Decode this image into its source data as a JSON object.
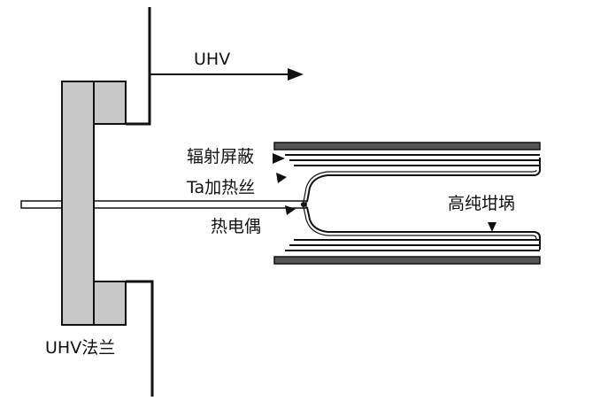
{
  "labels": {
    "uhv_arrow": "UHV",
    "radiation_shield": "辐射屏蔽",
    "ta_heater": "Ta加热丝",
    "thermocouple": "热电偶",
    "crucible": "高纯坩埚",
    "uhv_flange": "UHV法兰"
  },
  "colors": {
    "line": "#111111",
    "flange_fill": "#c8c8c8",
    "shield_fill": "#555555",
    "background": "#ffffff"
  }
}
